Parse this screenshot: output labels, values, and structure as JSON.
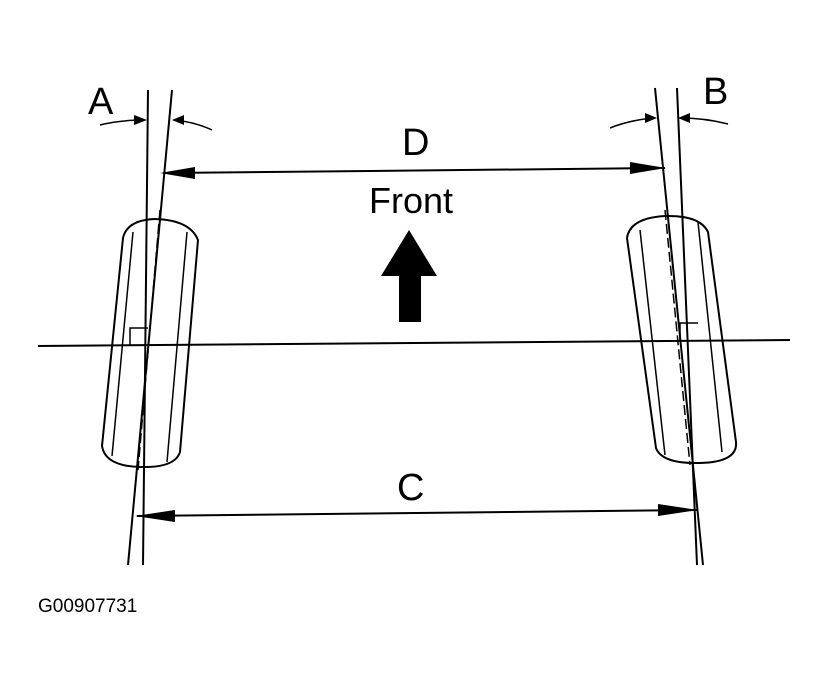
{
  "labels": {
    "a": "A",
    "b": "B",
    "c": "C",
    "d": "D",
    "front": "Front",
    "figure_id": "G00907731"
  },
  "colors": {
    "ink": "#000000",
    "background": "#ffffff"
  }
}
